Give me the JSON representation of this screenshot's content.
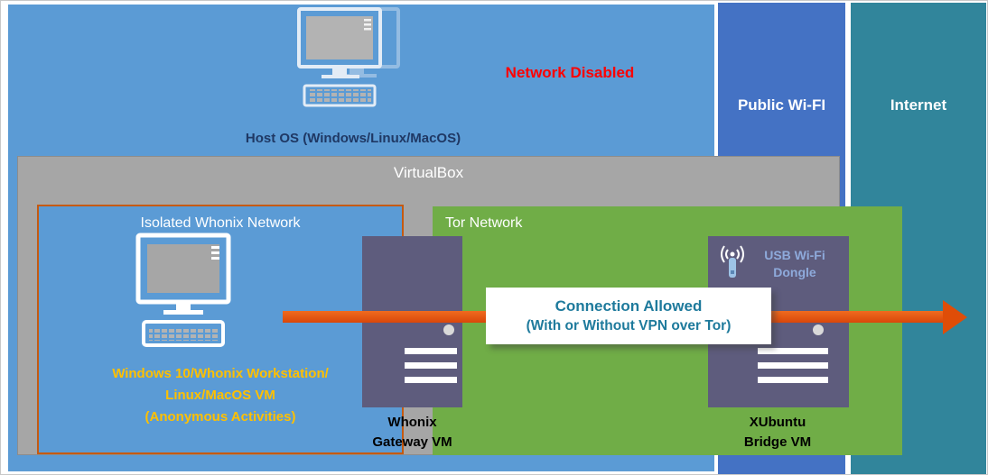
{
  "host": {
    "os_label": "Host OS (Windows/Linux/MacOS)",
    "network_status": "Network Disabled"
  },
  "public_wifi": {
    "label": "Public Wi-FI"
  },
  "internet": {
    "label": "Internet"
  },
  "virtualbox": {
    "label": "VirtualBox"
  },
  "isolated_network": {
    "title": "Isolated Whonix Network",
    "workstation": {
      "line1": "Windows 10/Whonix Workstation/",
      "line2": "Linux/MacOS VM",
      "line3": "(Anonymous Activities)"
    }
  },
  "tor_network": {
    "title": "Tor Network"
  },
  "gateway_vm": {
    "name_line1": "Whonix",
    "name_line2": "Gateway VM"
  },
  "bridge_vm": {
    "name_line1": "XUbuntu",
    "name_line2": "Bridge VM",
    "dongle": {
      "line1": "USB Wi-Fi",
      "line2": "Dongle"
    }
  },
  "connection_label": {
    "line1": "Connection Allowed",
    "line2": "(With or Without VPN over Tor)"
  },
  "icons": {
    "host_computer": "desktop-computer-icon",
    "workstation_computer": "desktop-computer-icon",
    "usb_dongle": "wifi-dongle-icon",
    "gateway_server": "server-lines-icon",
    "bridge_server": "server-lines-icon",
    "arrow": "right-arrow"
  },
  "colors": {
    "host_bg": "#5b9bd5",
    "public_wifi_bg": "#4472c4",
    "internet_bg": "#31859b",
    "virtualbox_bg": "#a6a6a6",
    "tor_bg": "#70ad47",
    "vm_bg": "#5e5c7d",
    "isolated_border": "#c55a11",
    "arrow": "#df4d08",
    "network_disabled_text": "#ff0000",
    "host_label_text": "#1f3864",
    "workstation_text": "#ffc000",
    "connection_text": "#1e7a9c",
    "dongle_text": "#8eaadb"
  }
}
